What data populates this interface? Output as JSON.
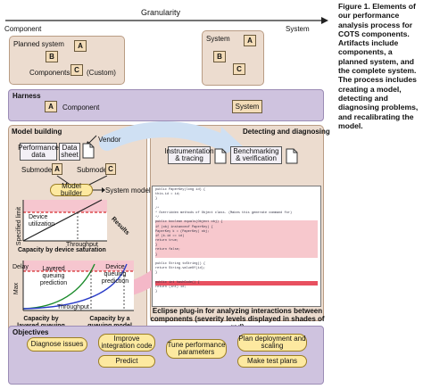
{
  "caption": "Figure 1. Elements of our performance analysis process for COTS components. Artifacts include components, a planned system, and the complete system. The process includes creating a model, detecting and diagnosing problems, and recalibrating the model.",
  "granularity": {
    "title": "Granularity",
    "left": "Component",
    "right": "System"
  },
  "top": {
    "planned_system": "Planned system",
    "a": "A",
    "b": "B",
    "c": "C",
    "components": "Components",
    "custom": "(Custom)",
    "system": "System"
  },
  "harness": {
    "title": "Harness",
    "a": "A",
    "component": "Component",
    "system": "System"
  },
  "model_building": {
    "title": "Model building",
    "vendor": "Vendor",
    "performance_data": "Performance data",
    "data_sheet": "Data sheet",
    "submodel": "Submodel",
    "a": "A",
    "c": "C",
    "model_builder": "Model builder",
    "system_model": "System model",
    "results": "Results",
    "chart1": {
      "ylabel": "Specified limit",
      "device": "Device utilization",
      "xlabel": "Throughput",
      "caption": "Capacity by device saturation"
    },
    "chart2": {
      "ylabel": "Max",
      "delay": "Delay",
      "layered": "Layered queuing prediction",
      "device_q": "Device queuing prediction",
      "xlabel": "Throughput",
      "cap1": "Capacity by layered queuing",
      "cap2": "Capacity by a queuing model"
    }
  },
  "detecting": {
    "title": "Detecting and diagnosing",
    "instr": "Instrumentation & tracing",
    "bench": "Benchmarking & verification",
    "plugin": "Eclipse plug-in for analyzing interactions between components (severity levels displayed in shades of red)",
    "code": [
      "public PaperKey(long id) {",
      "    this.id = id;",
      "}",
      "",
      "/*",
      " * Overridden methods of Object class.  (Makes this generate command for)",
      " */",
      "public boolean equals(Object obj) {",
      "    if (obj instanceof PaperKey) {",
      "        PaperKey k = (PaperKey) obj;",
      "        if (k.id == id)",
      "            return true;",
      "    }",
      "    return false;",
      "}",
      "",
      "public String toString() {",
      "    return String.valueOf(id);",
      "}",
      "",
      "public int hashCode() {",
      "    return (int) id;",
      "}"
    ]
  },
  "objectives": {
    "title": "Objectives",
    "diagnose": "Diagnose issues",
    "improve": "Improve integration code",
    "predict": "Predict",
    "tune": "Tune performance parameters",
    "plan": "Plan deployment and scaling",
    "test": "Make test plans"
  },
  "colors": {
    "panel": "#ecdccf",
    "lilac": "#cfc3df",
    "pill": "#fde9a0",
    "arrow": "#cfe0f3",
    "pink": "#f4b8c8"
  }
}
